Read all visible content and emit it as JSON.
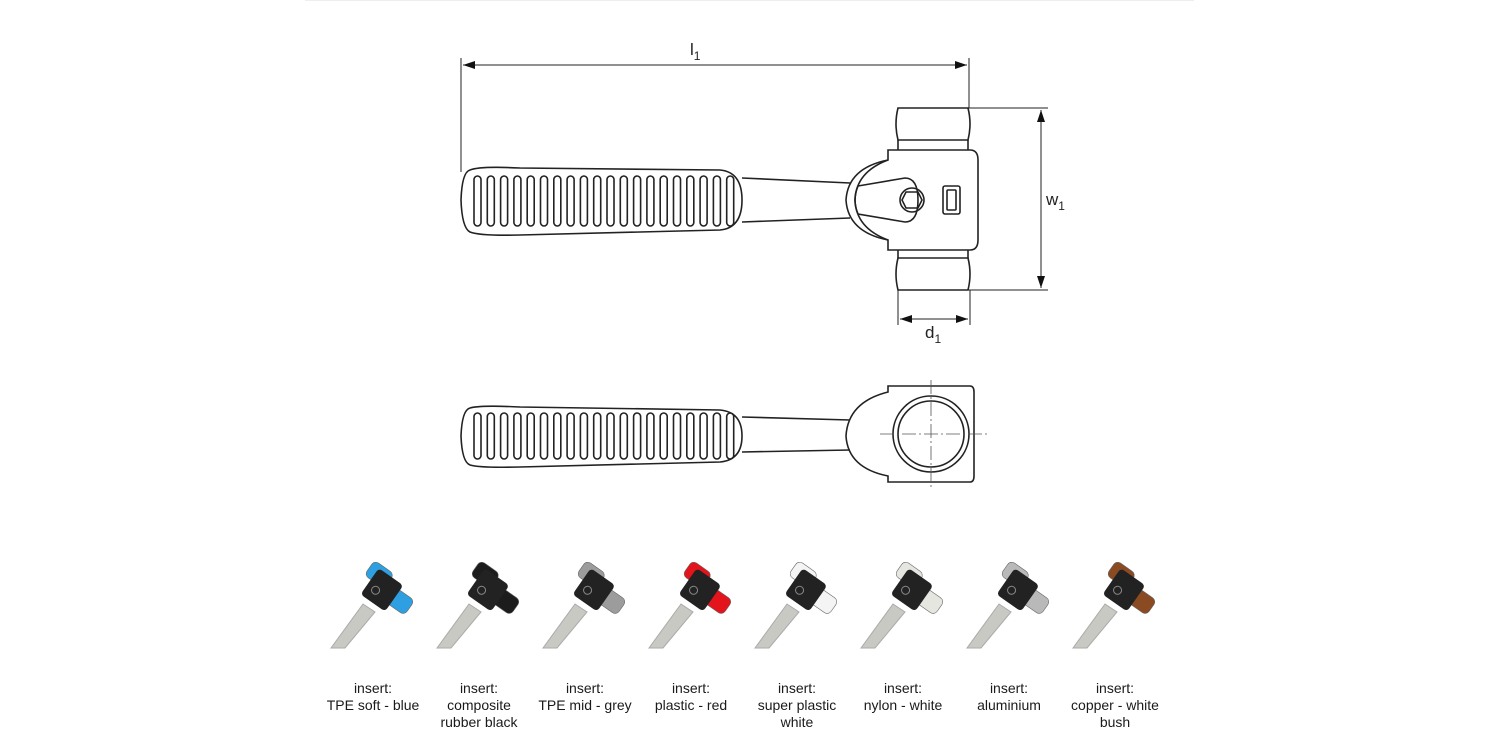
{
  "dimensions": {
    "length": {
      "main": "l",
      "sub": "1"
    },
    "width": {
      "main": "w",
      "sub": "1"
    },
    "diameter": {
      "main": "d",
      "sub": "1"
    }
  },
  "variants": [
    {
      "line1": "insert:",
      "line2": "TPE soft - blue",
      "line3": "",
      "face_color": "#2e9fe0",
      "head_color": "#222222"
    },
    {
      "line1": "insert:",
      "line2": "composite",
      "line3": "rubber black",
      "face_color": "#1c1c1c",
      "head_color": "#222222"
    },
    {
      "line1": "insert:",
      "line2": "TPE mid - grey",
      "line3": "",
      "face_color": "#9c9c9c",
      "head_color": "#222222"
    },
    {
      "line1": "insert:",
      "line2": "plastic - red",
      "line3": "",
      "face_color": "#e3141c",
      "head_color": "#222222"
    },
    {
      "line1": "insert:",
      "line2": "super plastic",
      "line3": "white",
      "face_color": "#f4f4f4",
      "head_color": "#222222"
    },
    {
      "line1": "insert:",
      "line2": "nylon - white",
      "line3": "",
      "face_color": "#e6e6e0",
      "head_color": "#222222"
    },
    {
      "line1": "insert:",
      "line2": "aluminium",
      "line3": "",
      "face_color": "#b9b9b9",
      "head_color": "#222222"
    },
    {
      "line1": "insert:",
      "line2": "copper - white",
      "line3": "bush",
      "face_color": "#8a4a22",
      "head_color": "#222222"
    }
  ]
}
